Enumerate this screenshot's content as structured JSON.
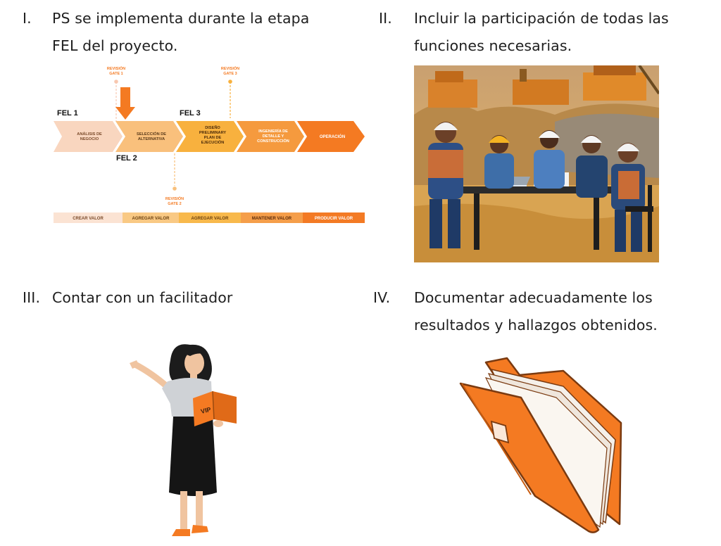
{
  "items": [
    {
      "num": "I.",
      "lines": [
        "PS se implementa durante la etapa",
        "FEL del proyecto."
      ]
    },
    {
      "num": "II.",
      "lines": [
        "Incluir la participación de todas las",
        "funciones necesarias."
      ]
    },
    {
      "num": "III.",
      "lines": [
        "Contar con un facilitador"
      ]
    },
    {
      "num": "IV.",
      "lines": [
        "Documentar adecuadamente los",
        "resultados y hallazgos obtenidos."
      ]
    }
  ],
  "fel_diagram": {
    "gate1": [
      "REVISIÓN",
      "GATE 1"
    ],
    "gate2": [
      "REVISIÓN",
      "GATE 2"
    ],
    "gate3": [
      "REVISIÓN",
      "GATE 3"
    ],
    "fel1": "FEL 1",
    "fel2": "FEL 2",
    "fel3": "FEL 3",
    "stages": [
      {
        "lines": [
          "ANÁLISIS DE",
          "NEGOCIO"
        ],
        "color": "#f9d6bf",
        "text_color": "#7a4a2a"
      },
      {
        "lines": [
          "SELECCIÓN DE",
          "ALTERNATIVA"
        ],
        "color": "#f9c07c",
        "text_color": "#5a3a1a"
      },
      {
        "lines": [
          "DISEÑO",
          "PRELIMINARY",
          "PLAN DE",
          "EJECUCIÓN"
        ],
        "color": "#f8b13e",
        "text_color": "#4a2a0a"
      },
      {
        "lines": [
          "INGENIERÍA DE",
          "DETALLE Y",
          "CONSTRUCCIÓN"
        ],
        "color": "#f59a3e",
        "text_color": "#ffffff"
      },
      {
        "lines": [
          "OPERACIÓN"
        ],
        "color": "#f47a22",
        "text_color": "#ffffff"
      }
    ],
    "values": [
      {
        "label": "CREAR VALOR",
        "color": "#fbe3d3",
        "text_color": "#7a4a2a"
      },
      {
        "label": "AGREGAR VALOR",
        "color": "#f9c984",
        "text_color": "#6a4010"
      },
      {
        "label": "AGREGAR VALOR",
        "color": "#f8b94c",
        "text_color": "#6a4010"
      },
      {
        "label": "MANTENER VALOR",
        "color": "#f59e4a",
        "text_color": "#5a2a0a"
      },
      {
        "label": "PRODUCIR VALOR",
        "color": "#f37a24",
        "text_color": "#ffffff"
      }
    ],
    "accent": "#f47a22"
  },
  "badge_text": "VIP"
}
